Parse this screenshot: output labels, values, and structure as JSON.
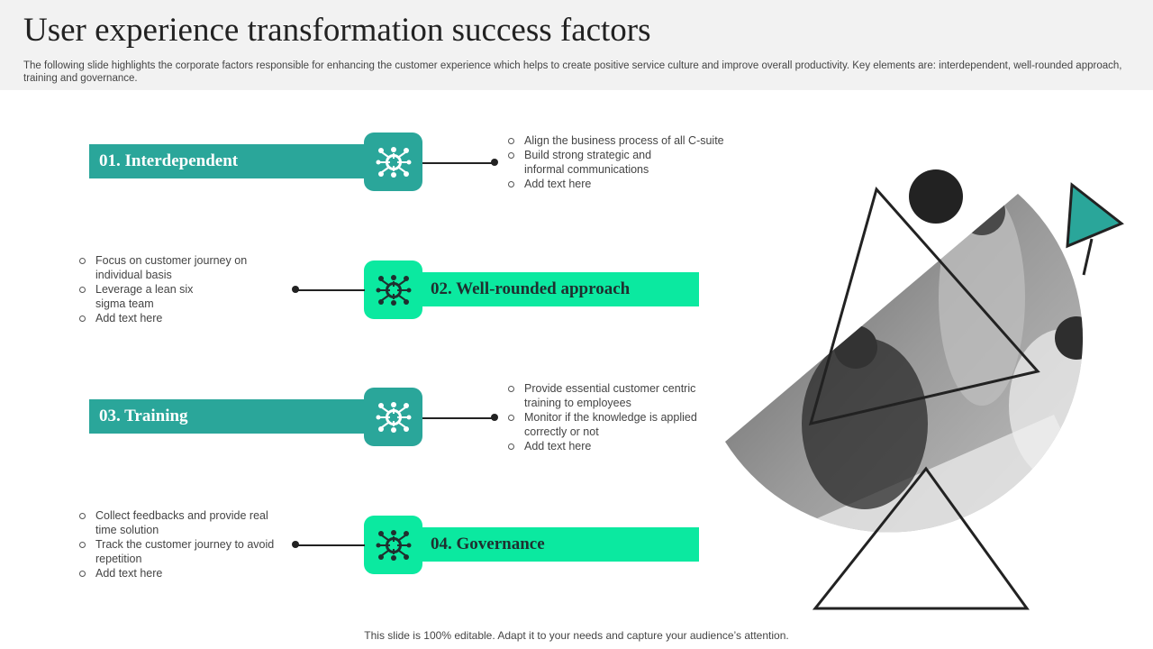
{
  "header": {
    "title": "User experience transformation success factors",
    "subtitle": "The following slide highlights the corporate factors responsible for enhancing the customer experience which helps to create positive service culture and improve overall productivity.  Key elements are: interdependent, well-rounded approach, training and governance."
  },
  "factors": [
    {
      "label": "01. Interdependent",
      "bullets": [
        "Align the business process of all C-suite",
        "Build strong strategic and informal  communications",
        "Add text here"
      ]
    },
    {
      "label": "02. Well-rounded approach",
      "bullets": [
        "Focus on customer journey  on individual  basis",
        "Leverage  a lean six sigma team",
        "Add text here"
      ]
    },
    {
      "label": "03. Training",
      "bullets": [
        "Provide  essential customer centric training to employees",
        "Monitor  if the knowledge  is applied correctly or not",
        "Add text here"
      ]
    },
    {
      "label": "04. Governance",
      "bullets": [
        "Collect feedbacks and provide  real time solution",
        "Track the customer journey to avoid  repetition",
        "Add text here"
      ]
    }
  ],
  "footer": {
    "text": "This slide is 100% editable. Adapt it to your needs and capture your audience’s attention."
  },
  "colors": {
    "teal": "#2aa69a",
    "mint": "#0be9a0",
    "dark": "#222222",
    "header_bg": "#f2f2f2"
  },
  "icons": [
    "network-people-icon",
    "gear-network-icon"
  ]
}
